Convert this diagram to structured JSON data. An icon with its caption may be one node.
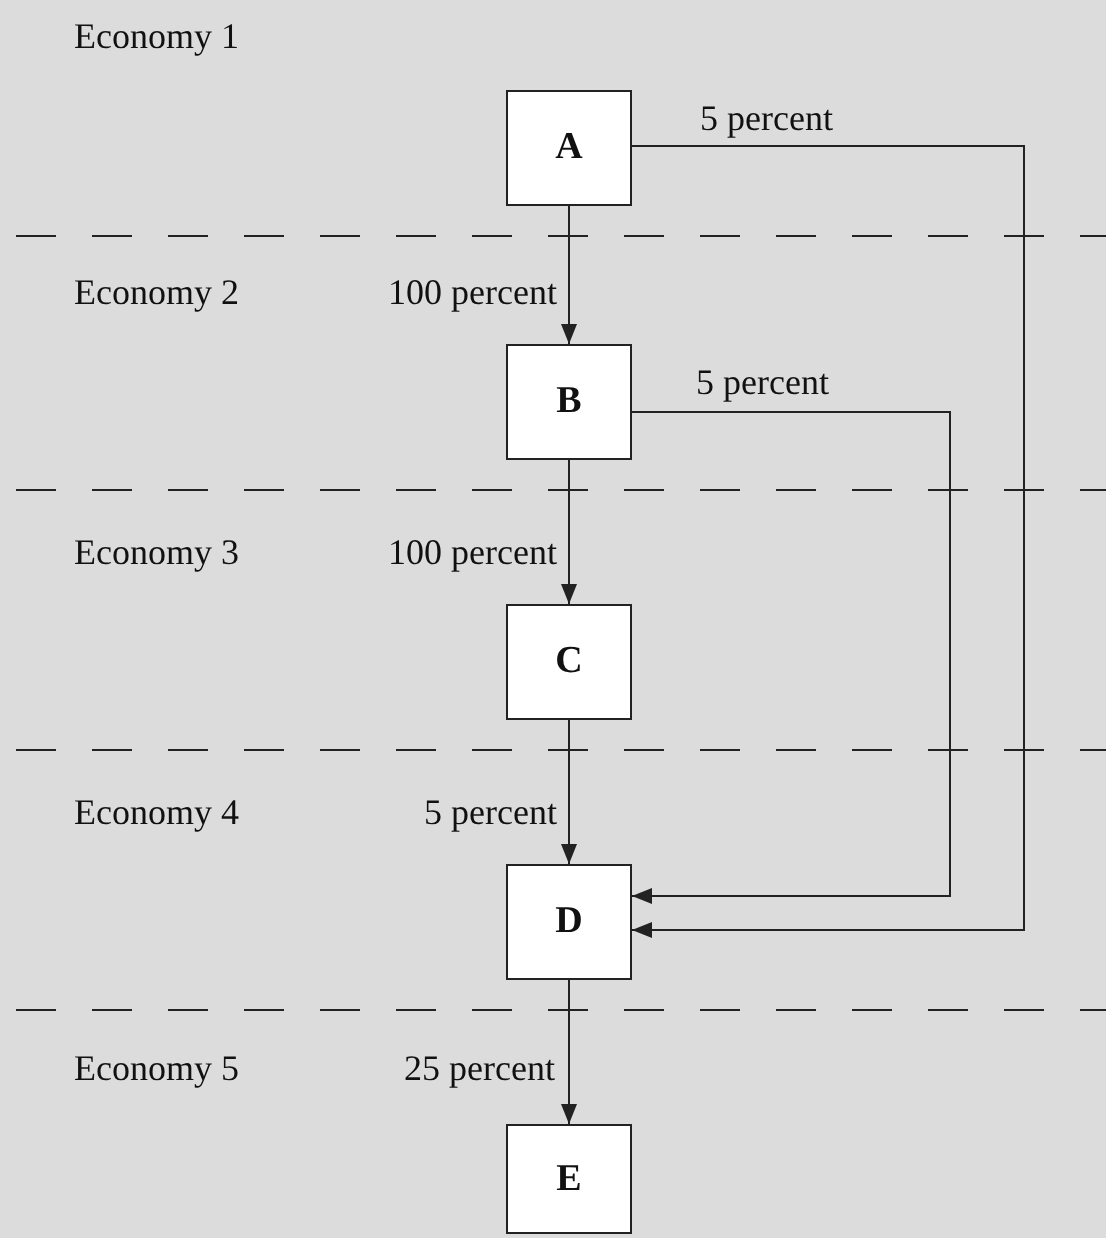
{
  "diagram": {
    "nodes": [
      {
        "text": [
          "A"
        ]
      },
      {
        "text": [
          "B"
        ]
      },
      {
        "text": [
          "C"
        ]
      },
      {
        "text": [
          "D"
        ]
      },
      {
        "text": [
          "E"
        ]
      }
    ],
    "edges": [
      {
        "from": 0,
        "to": 1,
        "arrow": "to",
        "label": "100 percent"
      },
      {
        "from": 1,
        "to": 2,
        "arrow": "to",
        "label": "100 percent"
      },
      {
        "from": 2,
        "to": 3,
        "arrow": "to",
        "label": "5 percent"
      },
      {
        "from": 3,
        "to": 4,
        "arrow": "to",
        "label": "25 percent"
      },
      {
        "from": 0,
        "to": 3,
        "arrow": "to",
        "label": "5 percent"
      },
      {
        "from": 1,
        "to": 3,
        "arrow": "to",
        "label": "5 percent"
      }
    ],
    "labels": [
      "Economy 1",
      "Economy 2",
      "Economy 3",
      "Economy 4",
      "Economy 5"
    ]
  }
}
